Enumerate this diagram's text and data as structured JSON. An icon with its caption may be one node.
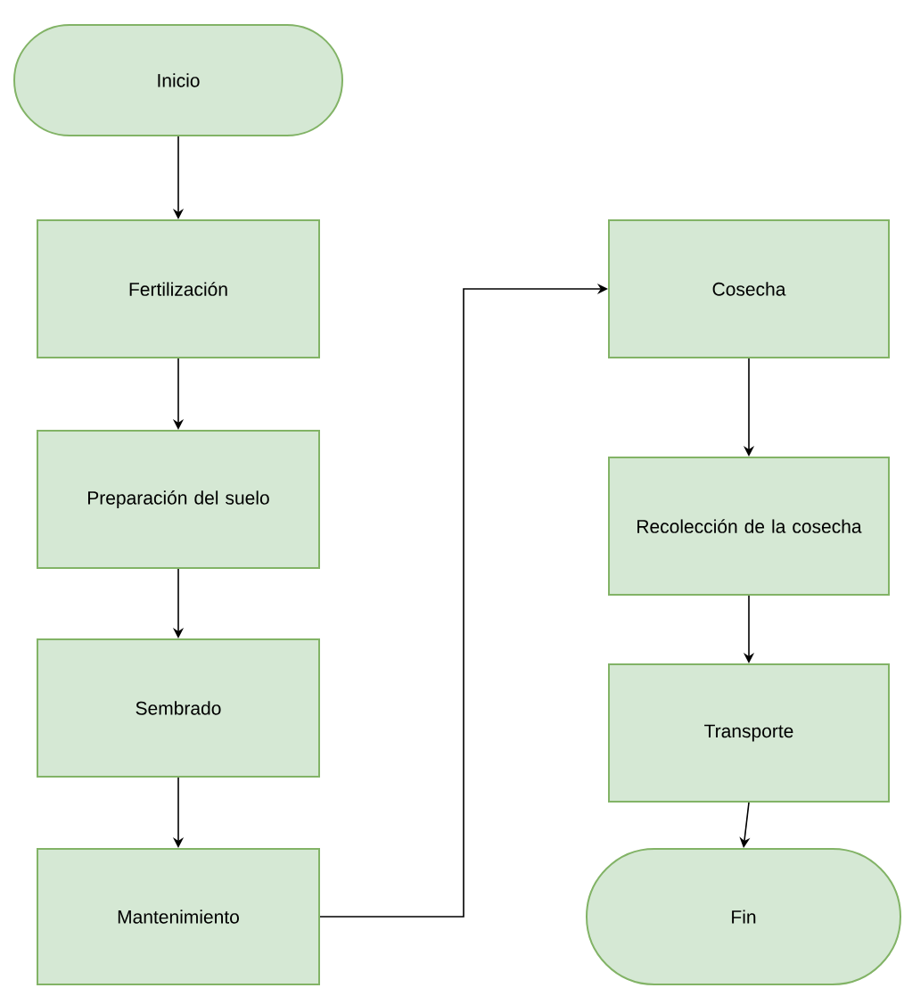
{
  "diagram": {
    "nodes": [
      {
        "text": [
          "Inicio"
        ]
      },
      {
        "text": [
          "Fertilización"
        ]
      },
      {
        "text": [
          "Preparación del suelo"
        ]
      },
      {
        "text": [
          "Sembrado"
        ]
      },
      {
        "text": [
          "Mantenimiento"
        ]
      },
      {
        "text": [
          "Cosecha"
        ]
      },
      {
        "text": [
          "Recolección de la cosecha"
        ]
      },
      {
        "text": [
          "Transporte"
        ]
      },
      {
        "text": [
          "Fin"
        ]
      }
    ],
    "edges": [
      {
        "from": 0,
        "to": 1,
        "arrow": "to"
      },
      {
        "from": 1,
        "to": 2,
        "arrow": "to"
      },
      {
        "from": 2,
        "to": 3,
        "arrow": "to"
      },
      {
        "from": 3,
        "to": 4,
        "arrow": "to"
      },
      {
        "from": 4,
        "to": 5,
        "arrow": "to"
      },
      {
        "from": 5,
        "to": 6,
        "arrow": "to"
      },
      {
        "from": 6,
        "to": 7,
        "arrow": "to"
      },
      {
        "from": 7,
        "to": 8,
        "arrow": "to"
      }
    ]
  }
}
